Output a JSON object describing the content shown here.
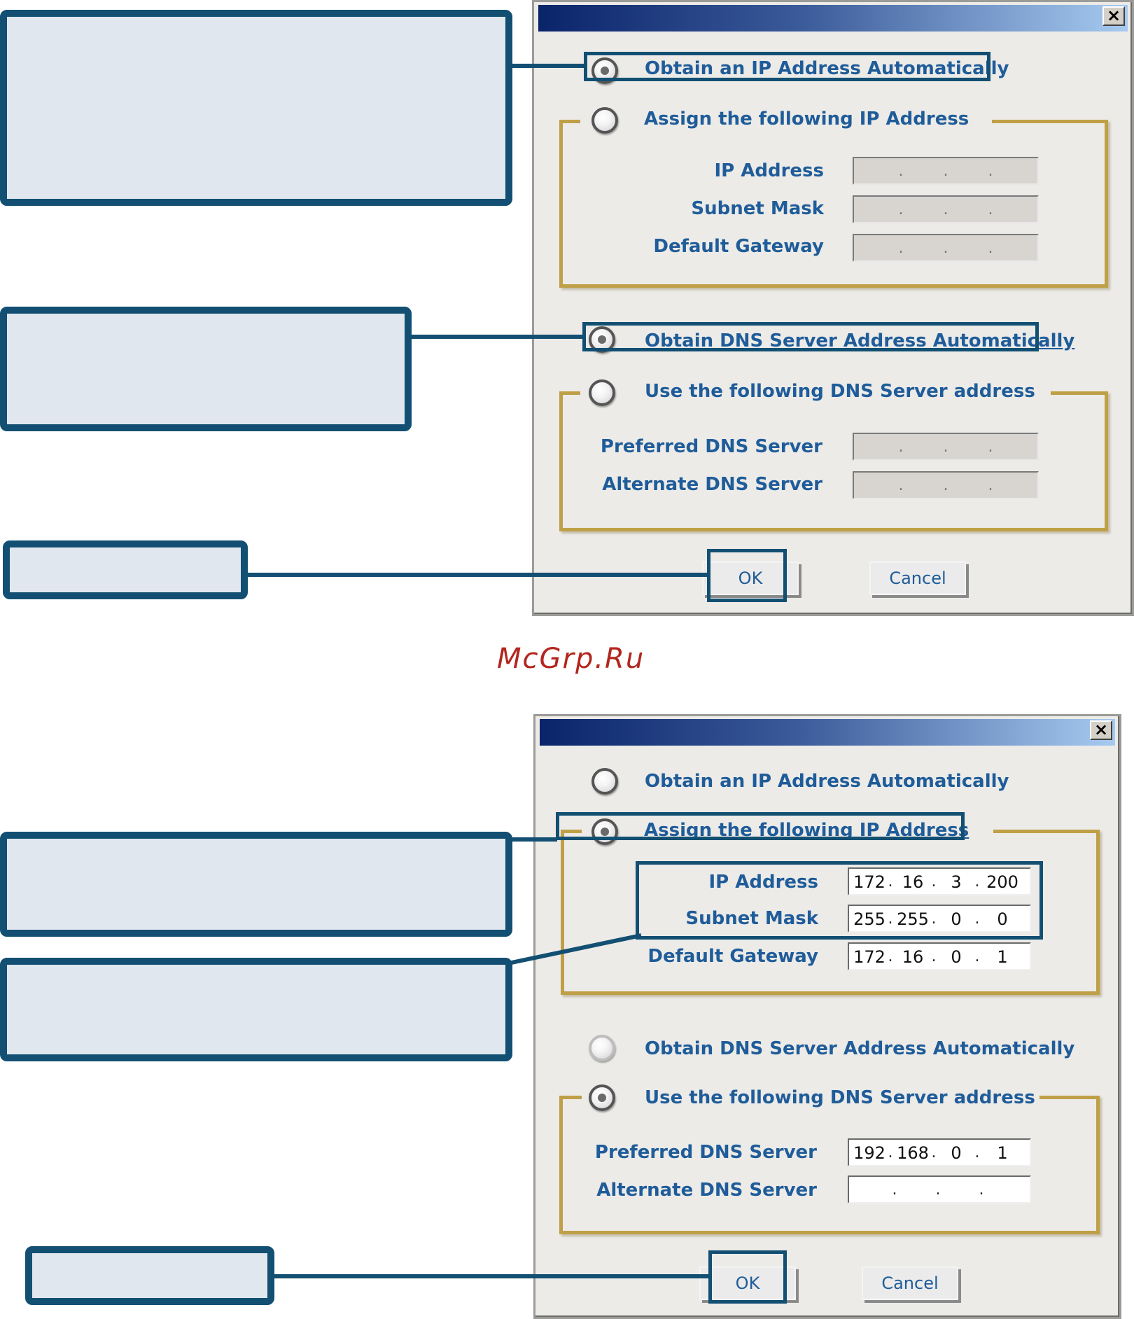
{
  "watermark": "McGrp.Ru",
  "close_glyph": "×",
  "dialog1": {
    "ip_section": {
      "auto_label": "Obtain an IP Address Automatically",
      "manual_label": "Assign the following IP Address",
      "ip_address_label": "IP Address",
      "subnet_mask_label": "Subnet Mask",
      "default_gateway_label": "Default Gateway"
    },
    "dns_section": {
      "auto_label": "Obtain DNS Server Address Automatically",
      "manual_label": "Use the following DNS Server address",
      "preferred_label": "Preferred DNS Server",
      "alternate_label": "Alternate DNS Server"
    },
    "ok_label": "OK",
    "cancel_label": "Cancel"
  },
  "dialog2": {
    "ip_section": {
      "auto_label": "Obtain an IP Address Automatically",
      "manual_label": "Assign the following IP Address",
      "ip_address_label": "IP Address",
      "subnet_mask_label": "Subnet Mask",
      "default_gateway_label": "Default Gateway",
      "ip_address": [
        "172",
        "16",
        "3",
        "200"
      ],
      "subnet_mask": [
        "255",
        "255",
        "0",
        "0"
      ],
      "default_gateway": [
        "172",
        "16",
        "0",
        "1"
      ]
    },
    "dns_section": {
      "auto_label": "Obtain DNS Server Address Automatically",
      "manual_label": "Use the following DNS Server address",
      "preferred_label": "Preferred DNS Server",
      "alternate_label": "Alternate DNS Server",
      "preferred": [
        "192",
        "168",
        "0",
        "1"
      ]
    },
    "ok_label": "OK",
    "cancel_label": "Cancel"
  }
}
